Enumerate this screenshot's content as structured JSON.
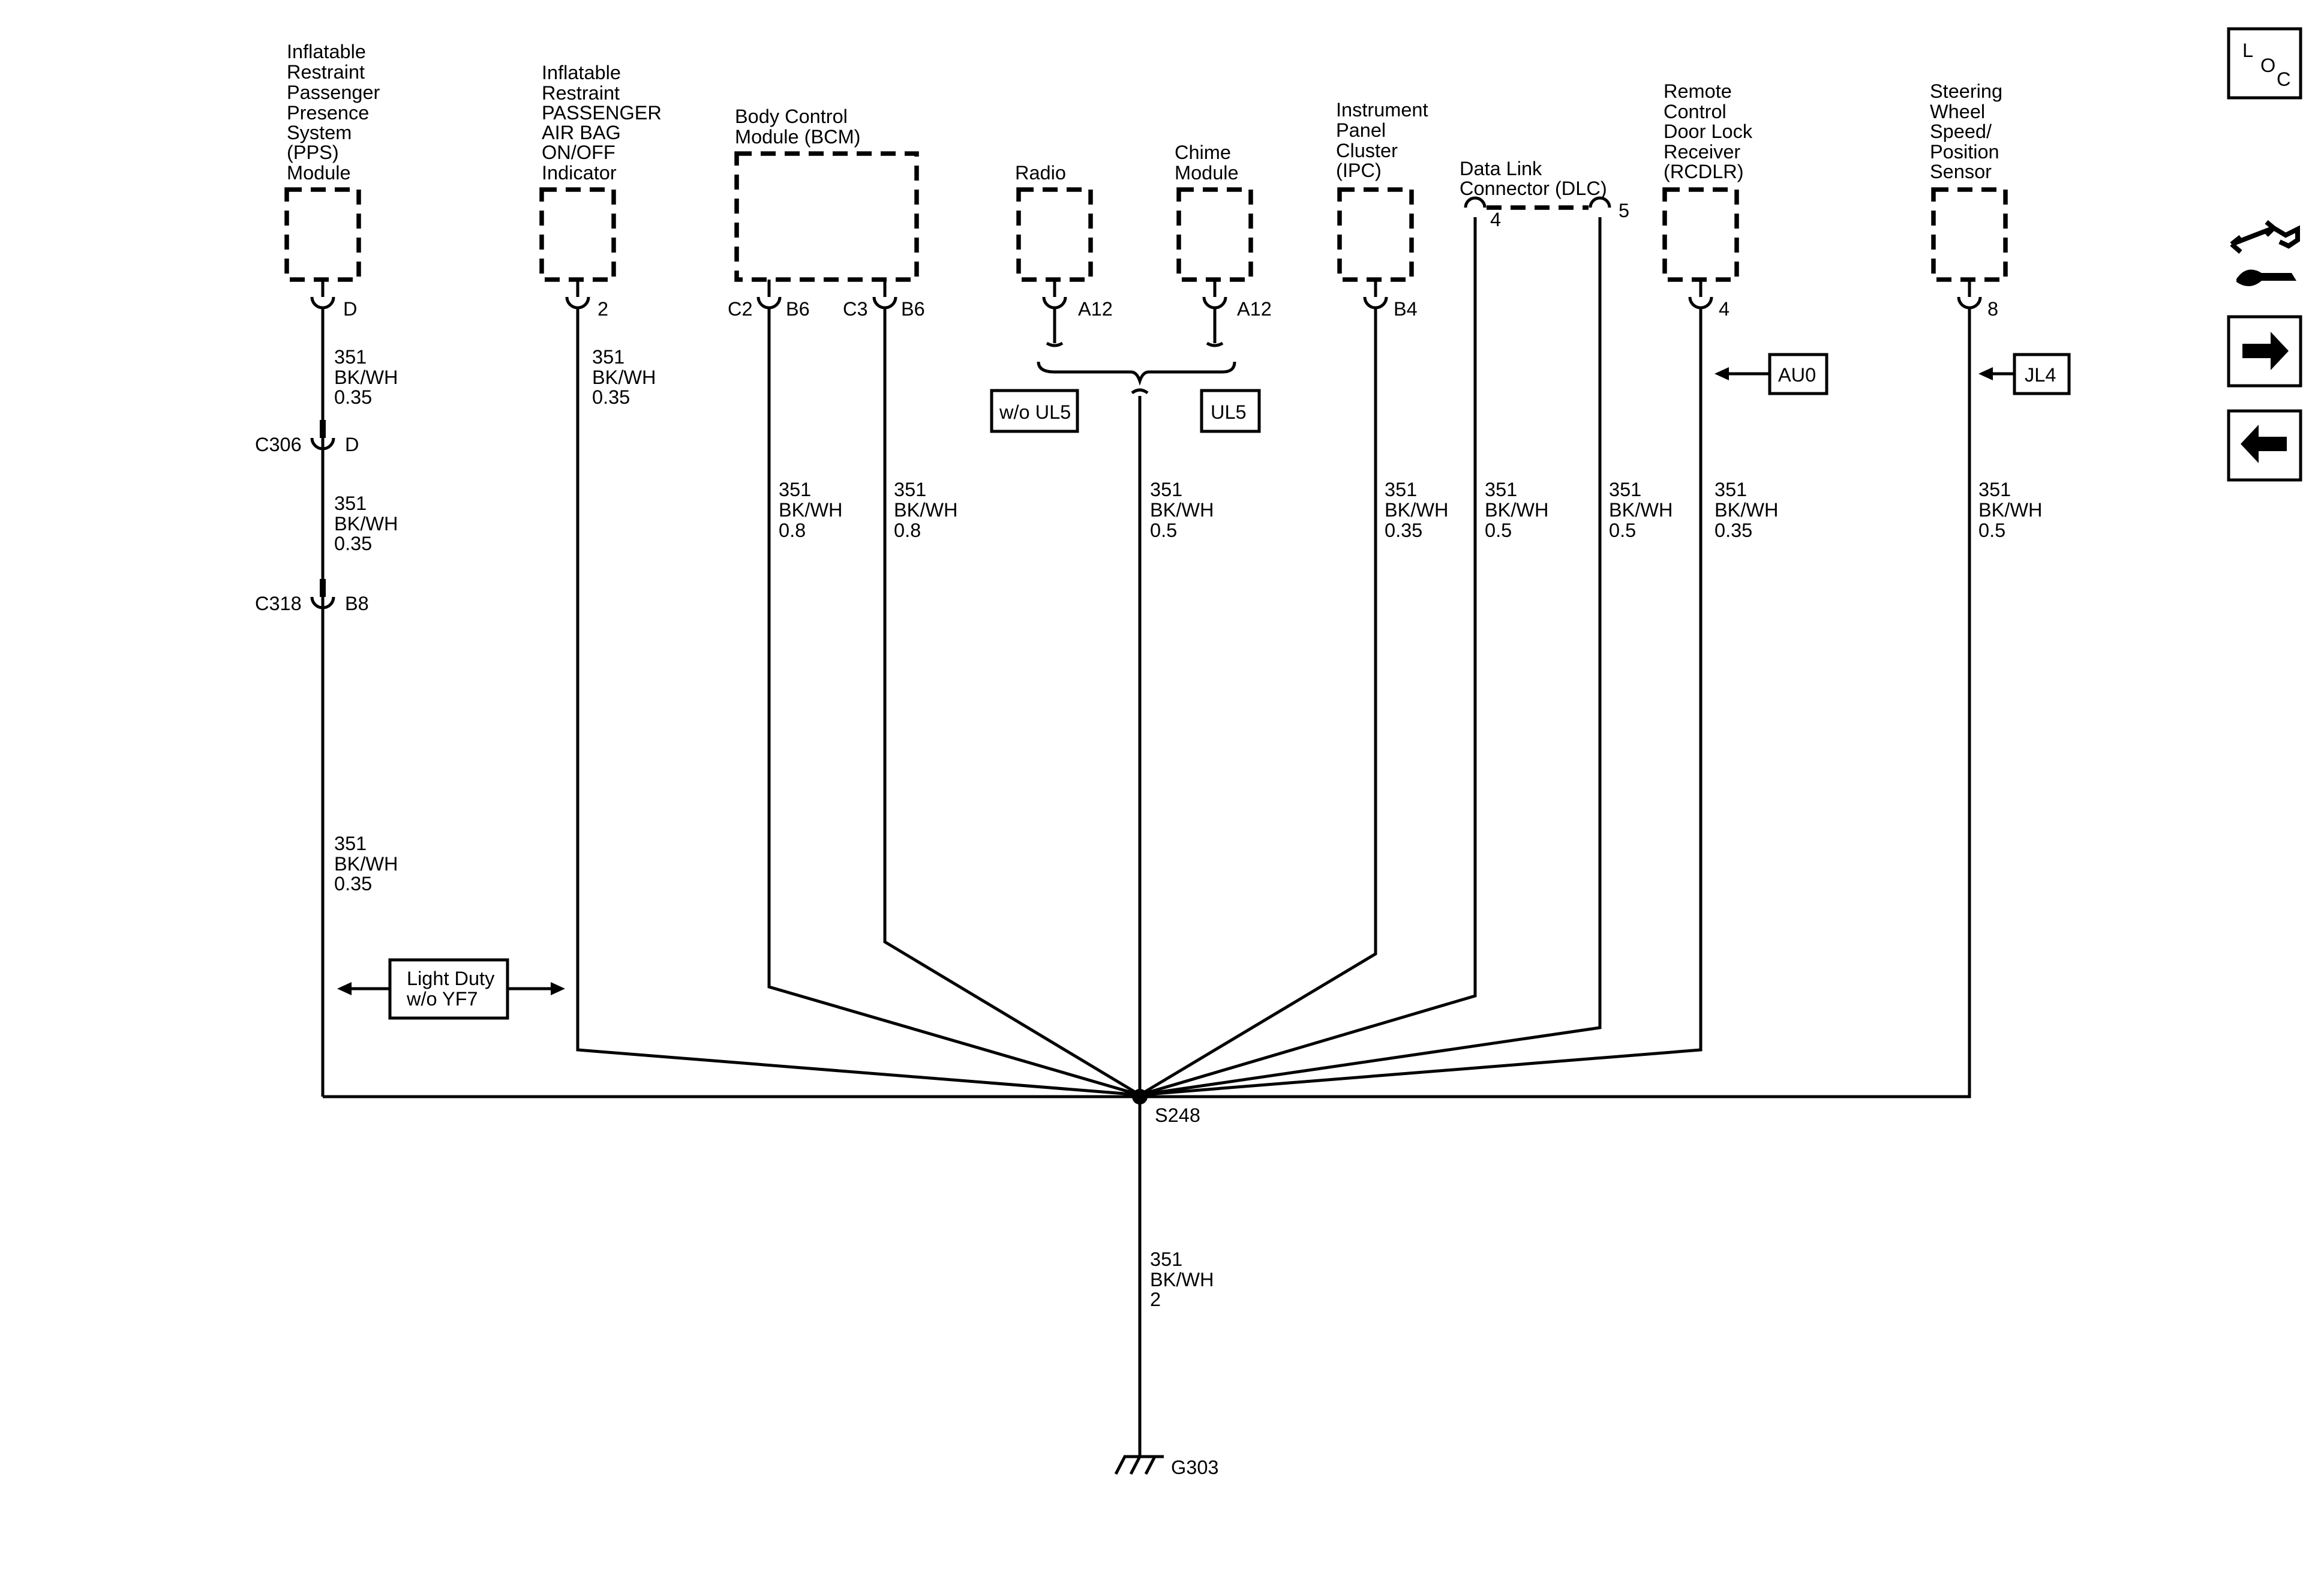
{
  "components": {
    "pps_module": [
      "Inflatable",
      "Restraint",
      "Passenger",
      "Presence",
      "System",
      "(PPS)",
      "Module"
    ],
    "airbag_indicator": [
      "Inflatable",
      "Restraint",
      "PASSENGER",
      "AIR BAG",
      "ON/OFF",
      "Indicator"
    ],
    "bcm": [
      "Body Control",
      "Module (BCM)"
    ],
    "radio": [
      "Radio"
    ],
    "chime": [
      "Chime",
      "Module"
    ],
    "ipc": [
      "Instrument",
      "Panel",
      "Cluster",
      "(IPC)"
    ],
    "dlc": [
      "Data Link",
      "Connector (DLC)"
    ],
    "rcdlr": [
      "Remote",
      "Control",
      "Door Lock",
      "Receiver",
      "(RCDLR)"
    ],
    "steering": [
      "Steering",
      "Wheel",
      "Speed/",
      "Position",
      "Sensor"
    ]
  },
  "pins": {
    "pps": "D",
    "airbag": "2",
    "bcm_c2_conn": "C2",
    "bcm_c2_pin": "B6",
    "bcm_c3_conn": "C3",
    "bcm_c3_pin": "B6",
    "radio": "A12",
    "chime": "A12",
    "ipc": "B4",
    "dlc_4": "4",
    "dlc_5": "5",
    "rcdlr": "4",
    "steering": "8"
  },
  "inline_connectors": {
    "c306_name": "C306",
    "c306_pin": "D",
    "c318_name": "C318",
    "c318_pin": "B8"
  },
  "wires": {
    "pps_1": [
      "351",
      "BK/WH",
      "0.35"
    ],
    "pps_2": [
      "351",
      "BK/WH",
      "0.35"
    ],
    "pps_3": [
      "351",
      "BK/WH",
      "0.35"
    ],
    "airbag": [
      "351",
      "BK/WH",
      "0.35"
    ],
    "bcm_c2": [
      "351",
      "BK/WH",
      "0.8"
    ],
    "bcm_c3": [
      "351",
      "BK/WH",
      "0.8"
    ],
    "radio_chime": [
      "351",
      "BK/WH",
      "0.5"
    ],
    "ipc": [
      "351",
      "BK/WH",
      "0.35"
    ],
    "dlc_4": [
      "351",
      "BK/WH",
      "0.5"
    ],
    "dlc_5": [
      "351",
      "BK/WH",
      "0.5"
    ],
    "rcdlr": [
      "351",
      "BK/WH",
      "0.35"
    ],
    "steering": [
      "351",
      "BK/WH",
      "0.5"
    ],
    "ground": [
      "351",
      "BK/WH",
      "2"
    ]
  },
  "options": {
    "wo_ul5": "w/o UL5",
    "ul5": "UL5",
    "au0": "AU0",
    "jl4": "JL4",
    "light_duty": [
      "Light Duty",
      "w/o YF7"
    ]
  },
  "splice": "S248",
  "ground": "G303",
  "nav": {
    "loc_l": "L",
    "loc_o": "O",
    "loc_c": "C"
  }
}
